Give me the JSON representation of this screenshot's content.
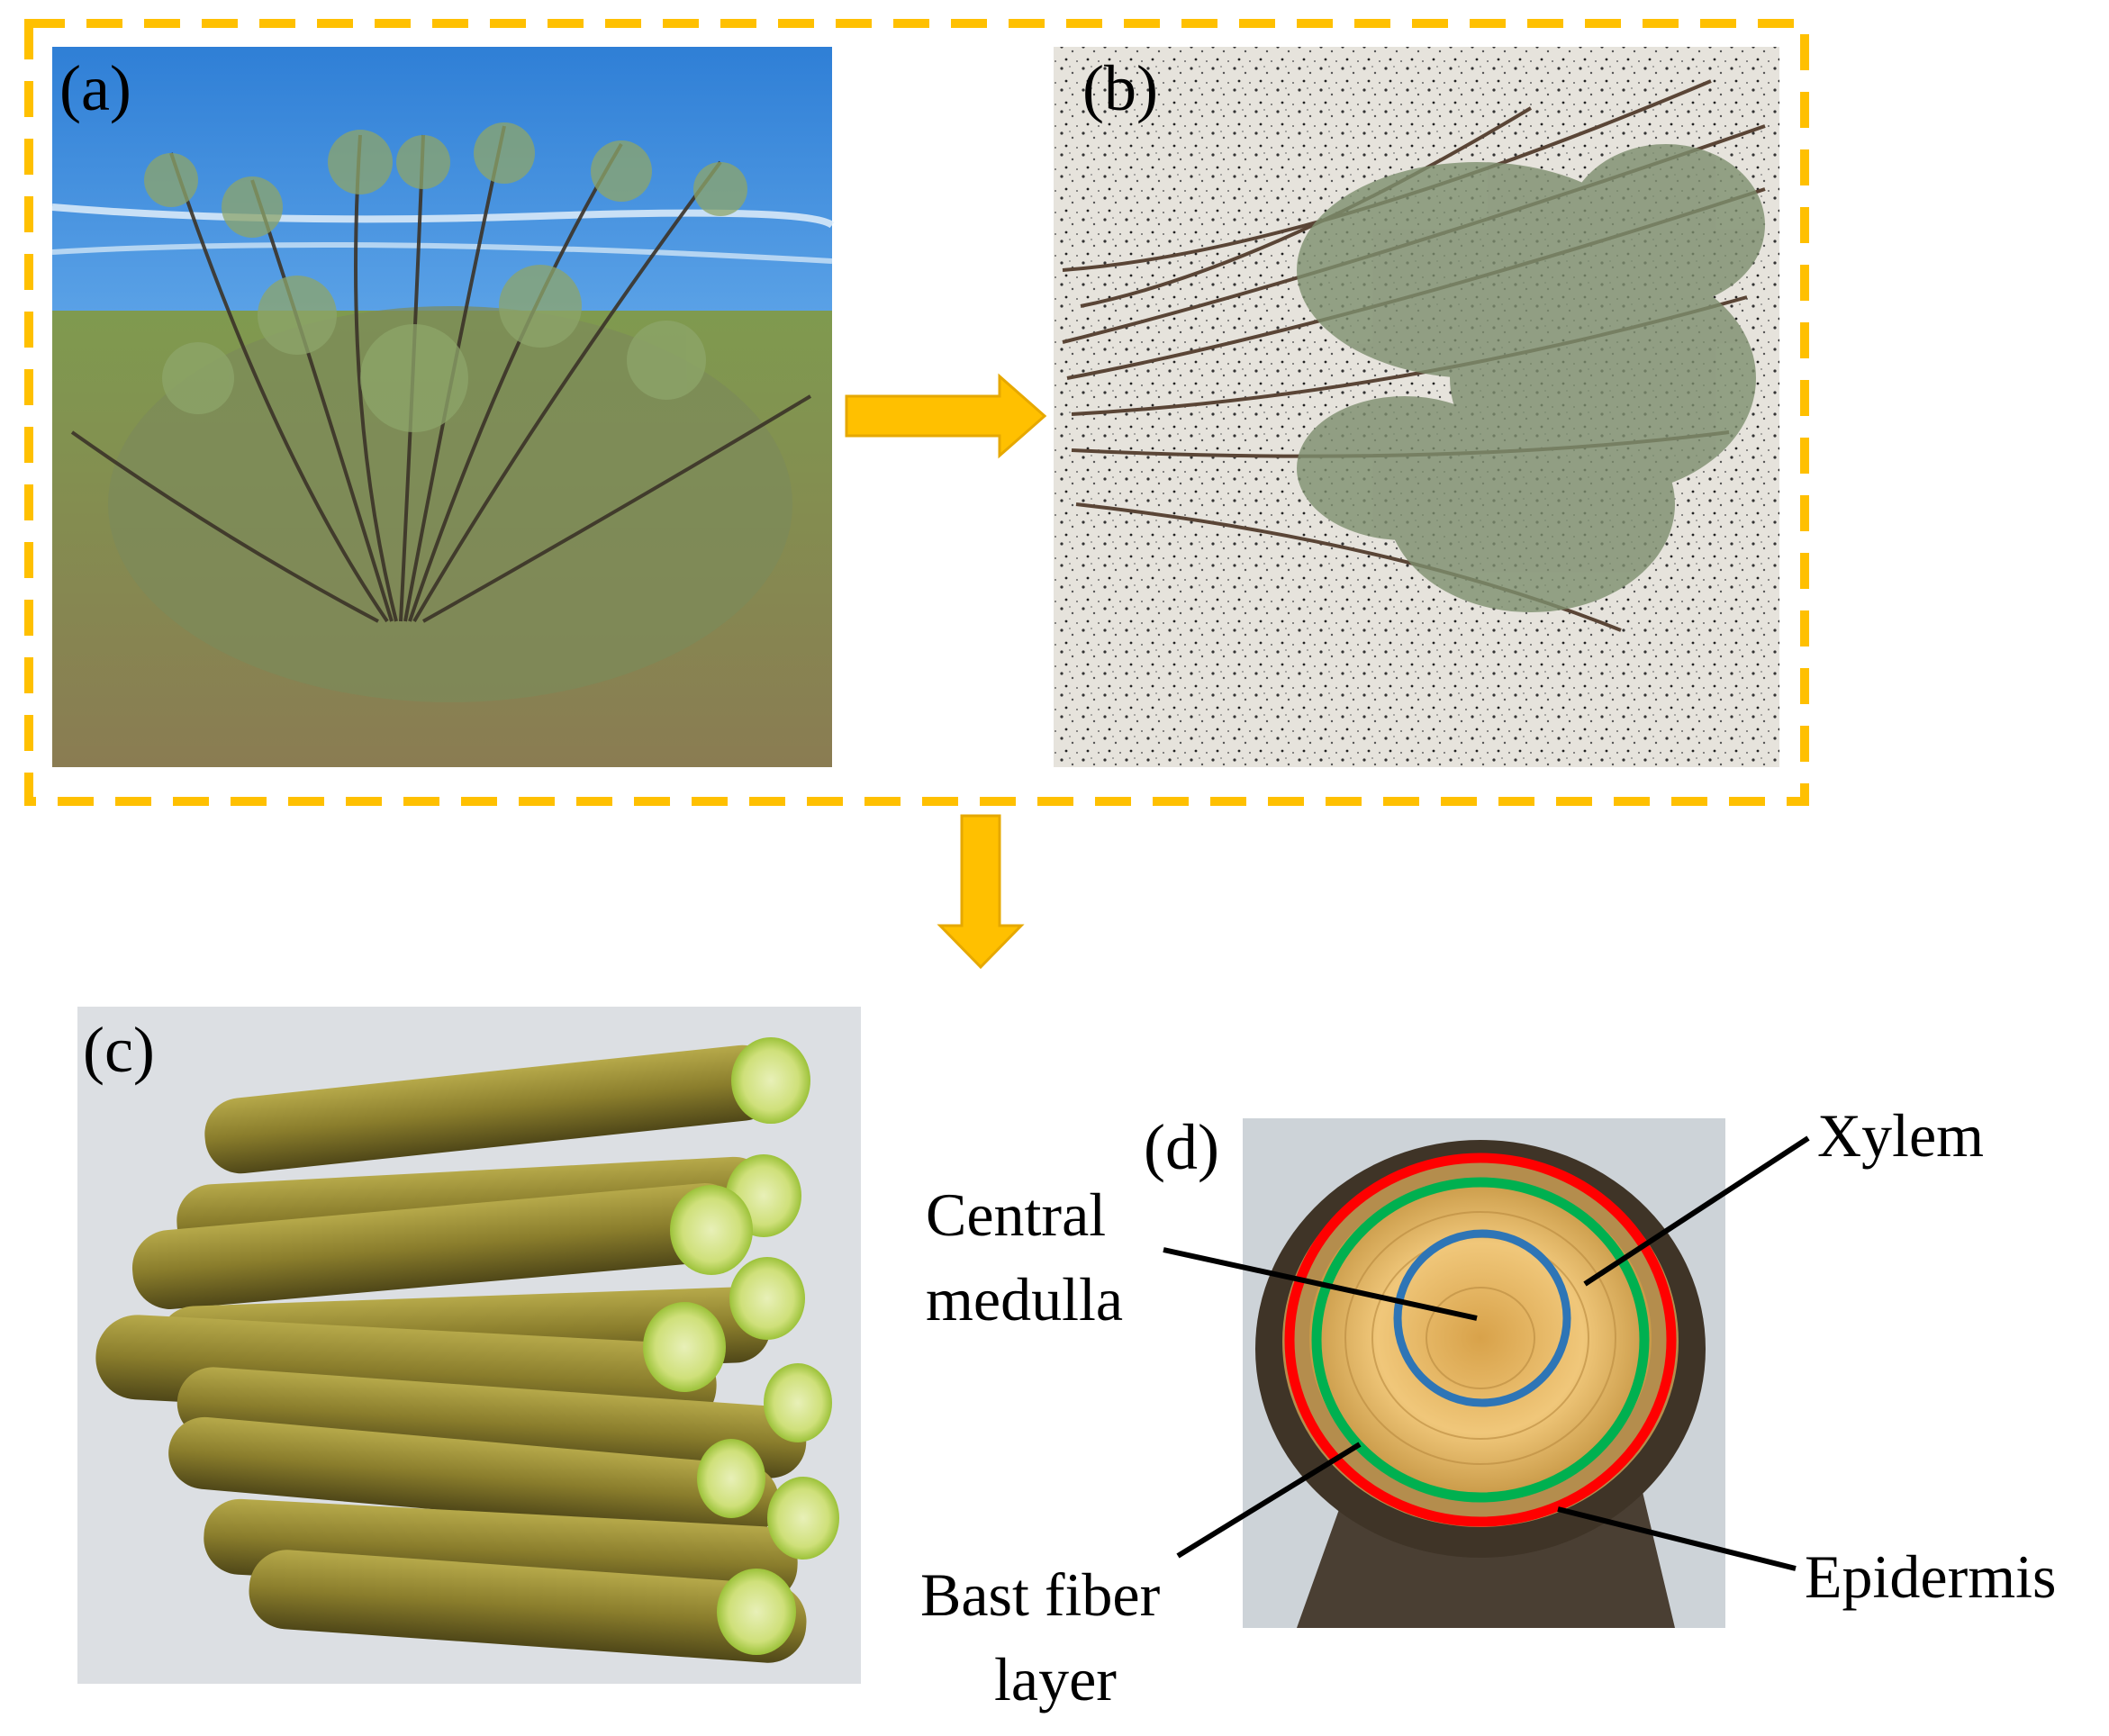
{
  "figure": {
    "panel_labels": {
      "a": "(a)",
      "b": "(b)",
      "c": "(c)",
      "d": "(d)"
    },
    "annotations": {
      "xylem": "Xylem",
      "central_medulla_line1": "Central",
      "central_medulla_line2": "medulla",
      "bast_fiber_line1": "Bast fiber",
      "bast_fiber_line2": "layer",
      "epidermis": "Epidermis"
    },
    "colors": {
      "frame_dashed": "#FFC000",
      "arrow": "#FFC000",
      "ring_outer": "#FF0000",
      "ring_middle": "#00B050",
      "ring_inner": "#2E75B6",
      "leader_line": "#000000"
    }
  }
}
